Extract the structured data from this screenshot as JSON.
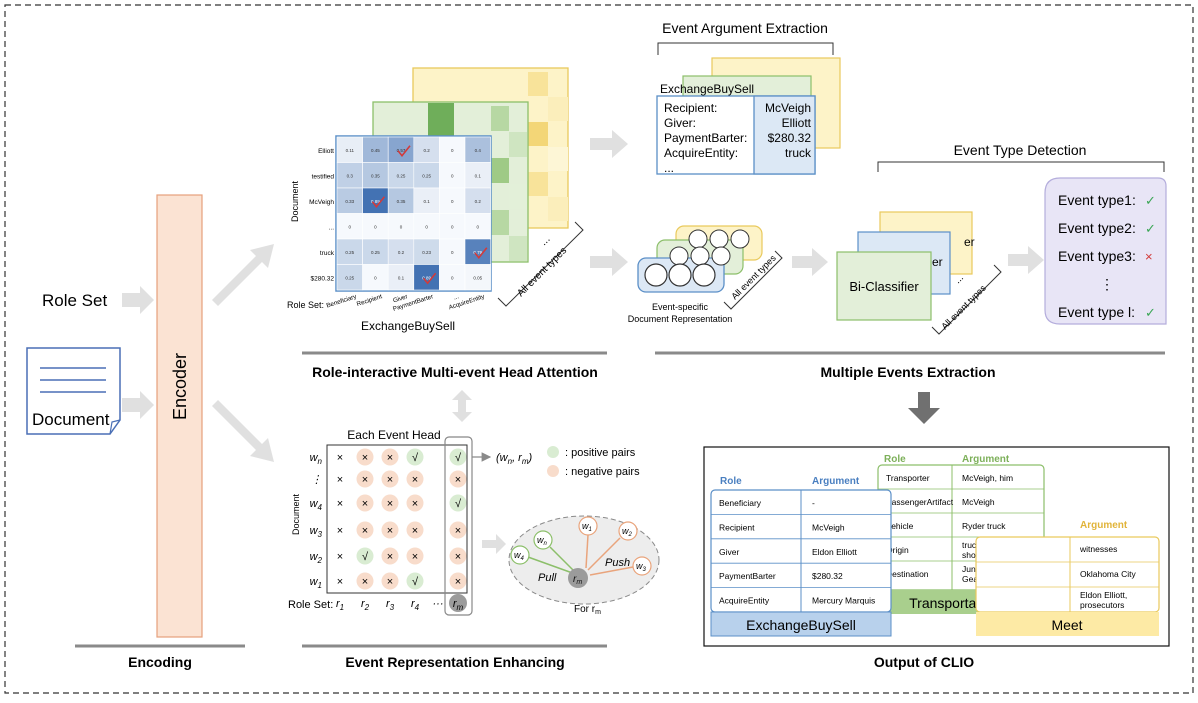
{
  "labels": {
    "role_set": "Role Set",
    "document": "Document",
    "encoder": "Encoder",
    "exchange_buy_sell": "ExchangeBuySell",
    "all_event_types": "All event  types",
    "role_set_prefix": "Role Set:",
    "document_axis": "Document",
    "event_specific_line1": "Event-specific",
    "event_specific_line2": "Document Representation",
    "event_argument_extraction": "Event Argument Extraction",
    "event_type_detection": "Event Type Detection",
    "bi_classifier": "Bi-Classifier",
    "each_event_head": "Each Event Head",
    "positive_pairs": ": positive pairs",
    "negative_pairs": ": negative pairs",
    "pull": "Pull",
    "push": "Push",
    "for_rm": "For r",
    "pair_label": "(w",
    "dots": "...",
    "vdots": "⋮"
  },
  "sections": {
    "encoding": "Encoding",
    "rmha": "Role-interactive Multi-event Head Attention",
    "ere": "Event Representation Enhancing",
    "mee": "Multiple Events Extraction",
    "output": "Output of CLIO"
  },
  "heatmap": {
    "rows": [
      "Elliott",
      "testified",
      "McVeigh",
      "...",
      "truck",
      "$280.32"
    ],
    "cols": [
      "Beneficiary",
      "Recipient",
      "Giver",
      "PaymentBarter",
      "...",
      "AcquireEntity"
    ],
    "values": [
      [
        "0.11",
        "0.45",
        "0.57",
        "0.2",
        "0",
        "0.4"
      ],
      [
        "0.3",
        "0.35",
        "0.25",
        "0.25",
        "0",
        "0.1"
      ],
      [
        "0.33",
        "0.89",
        "0.35",
        "0.1",
        "0",
        "0.2"
      ],
      [
        "0",
        "0",
        "0",
        "0",
        "0",
        "0"
      ],
      [
        "0.25",
        "0.25",
        "0.2",
        "0.23",
        "0",
        "0.79"
      ],
      [
        "0.25",
        "0",
        "0.1",
        "0.89",
        "0",
        "0.05"
      ]
    ]
  },
  "argument_card": {
    "title": "ExchangeBuySell",
    "rows": [
      {
        "role": "Recipient:",
        "arg": "McVeigh"
      },
      {
        "role": "Giver:",
        "arg": "Elliott"
      },
      {
        "role": "PaymentBarter:",
        "arg": "$280.32"
      },
      {
        "role": "AcquireEntity:",
        "arg": "truck"
      },
      {
        "role": "...",
        "arg": ""
      }
    ]
  },
  "event_types": [
    {
      "label": "Event type1:",
      "mark": "✓",
      "ok": true
    },
    {
      "label": "Event type2:",
      "mark": "✓",
      "ok": true
    },
    {
      "label": "Event type3:",
      "mark": "×",
      "ok": false
    },
    {
      "label": "⋮",
      "mark": "",
      "ok": true
    },
    {
      "label": "Event type l:",
      "mark": "✓",
      "ok": true
    }
  ],
  "grid": {
    "rows": [
      "w_n",
      "⋮",
      "w_4",
      "w_3",
      "w_2",
      "w_1"
    ],
    "cols": [
      "r_1",
      "r_2",
      "r_3",
      "r_4",
      "···",
      "r_m"
    ],
    "cells": [
      [
        "×",
        "×",
        "×",
        "√",
        "",
        "√"
      ],
      [
        "×",
        "×",
        "×",
        "×",
        "",
        "×"
      ],
      [
        "×",
        "×",
        "×",
        "×",
        "",
        "√"
      ],
      [
        "×",
        "×",
        "×",
        "×",
        "",
        "×"
      ],
      [
        "×",
        "√",
        "×",
        "×",
        "",
        "×"
      ],
      [
        "×",
        "×",
        "×",
        "√",
        "",
        "×"
      ]
    ]
  },
  "output": {
    "exchange": {
      "title": "ExchangeBuySell",
      "headers": [
        "Role",
        "Argument"
      ],
      "rows": [
        [
          "Beneficiary",
          "-"
        ],
        [
          "Recipient",
          "McVeigh"
        ],
        [
          "Giver",
          "Eldon Elliott"
        ],
        [
          "PaymentBarter",
          "$280.32"
        ],
        [
          "AcquireEntity",
          "Mercury Marquis"
        ]
      ]
    },
    "transport": {
      "title": "Transportation",
      "headers": [
        "Role",
        "Argument"
      ],
      "rows": [
        [
          "Transporter",
          "McVeigh, him"
        ],
        [
          "PassengerArtifact",
          "McVeigh"
        ],
        [
          "Vehicle",
          "Ryder truck"
        ],
        [
          "Origin",
          "truck, restaurant, shop"
        ],
        [
          "Destination",
          "Junction City, Geary Lake"
        ]
      ]
    },
    "meet": {
      "title": "Meet",
      "headers": [
        "Argument"
      ],
      "rows": [
        "witnesses",
        "Oklahoma City",
        "Eldon Elliott, prosecutors"
      ]
    }
  },
  "colors": {
    "blue_fill": "#dce8f5",
    "blue_stroke": "#5b8fc7",
    "green_fill": "#e3efd9",
    "green_stroke": "#8cbf6a",
    "yellow_fill": "#fdf3c8",
    "yellow_stroke": "#e9c95c",
    "encoder_fill": "#fbe3d3",
    "purple_fill": "#e8e5f6",
    "pos_circle": "#d9ecd2",
    "neg_circle": "#f8dccb",
    "arrow_gray": "#e0e0e0"
  }
}
